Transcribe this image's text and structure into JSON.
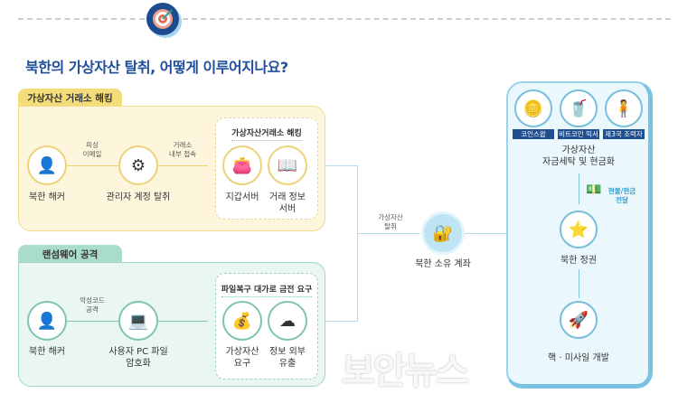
{
  "title": "북한의 가상자산 탈취, 어떻게 이루어지나요?",
  "exchange_hacking": {
    "tab": "가상자산 거래소 해킹",
    "step1": "북한 해커",
    "arrow1": [
      "피싱",
      "이메일"
    ],
    "step2": "관리자 계정 탈취",
    "arrow2": [
      "거래소",
      "내부 접속"
    ],
    "group_title": "가상자산거래소 해킹",
    "target1": "지갑서버",
    "target2": [
      "거래 정보",
      "서버"
    ]
  },
  "ransomware": {
    "tab": "랜섬웨어 공격",
    "step1": "북한 해커",
    "arrow1": [
      "악성코드",
      "공격"
    ],
    "step2": [
      "사용자 PC 파일",
      "암호화"
    ],
    "group_title": "파일복구 대가로 금전 요구",
    "target1": [
      "가상자산",
      "요구"
    ],
    "target2": [
      "정보 외부",
      "유출"
    ]
  },
  "middle": {
    "arrow_label": [
      "가상자산",
      "탈취"
    ],
    "account": "북한 소유 계좌"
  },
  "right": {
    "tags": [
      "코인스왑",
      "비트코인 믹서",
      "제3국 조력자"
    ],
    "laundering": [
      "가상자산",
      "자금세탁 및 현금화"
    ],
    "delivery": [
      "현물/현금",
      "전달"
    ],
    "regime": "북한 정권",
    "result": "핵 · 미사일 개발"
  },
  "watermark": "보안뉴스",
  "colors": {
    "title": "#1e4f9a",
    "yellow": "#f5dc7a",
    "green": "#a9dccb",
    "blue": "#78c3e3"
  }
}
